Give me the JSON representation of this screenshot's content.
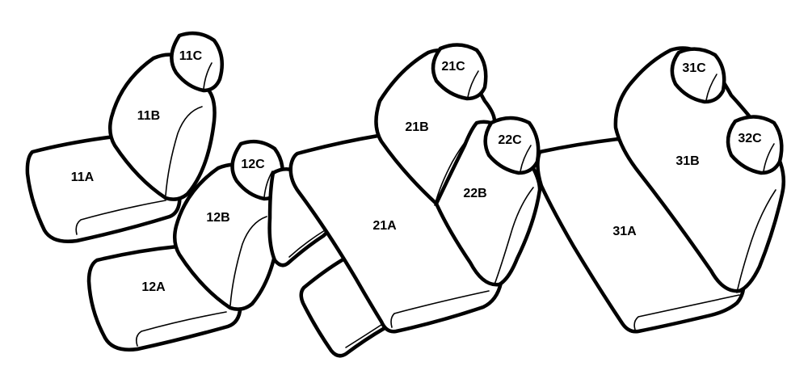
{
  "labels": {
    "s11A": "11A",
    "s11B": "11B",
    "s11C": "11C",
    "s12A": "12A",
    "s12B": "12B",
    "s12C": "12C",
    "s21A": "21A",
    "s21B": "21B",
    "s21C": "21C",
    "s22B": "22B",
    "s22C": "22C",
    "s31A": "31A",
    "s31B": "31B",
    "s31C": "31C",
    "s32C": "32C"
  }
}
